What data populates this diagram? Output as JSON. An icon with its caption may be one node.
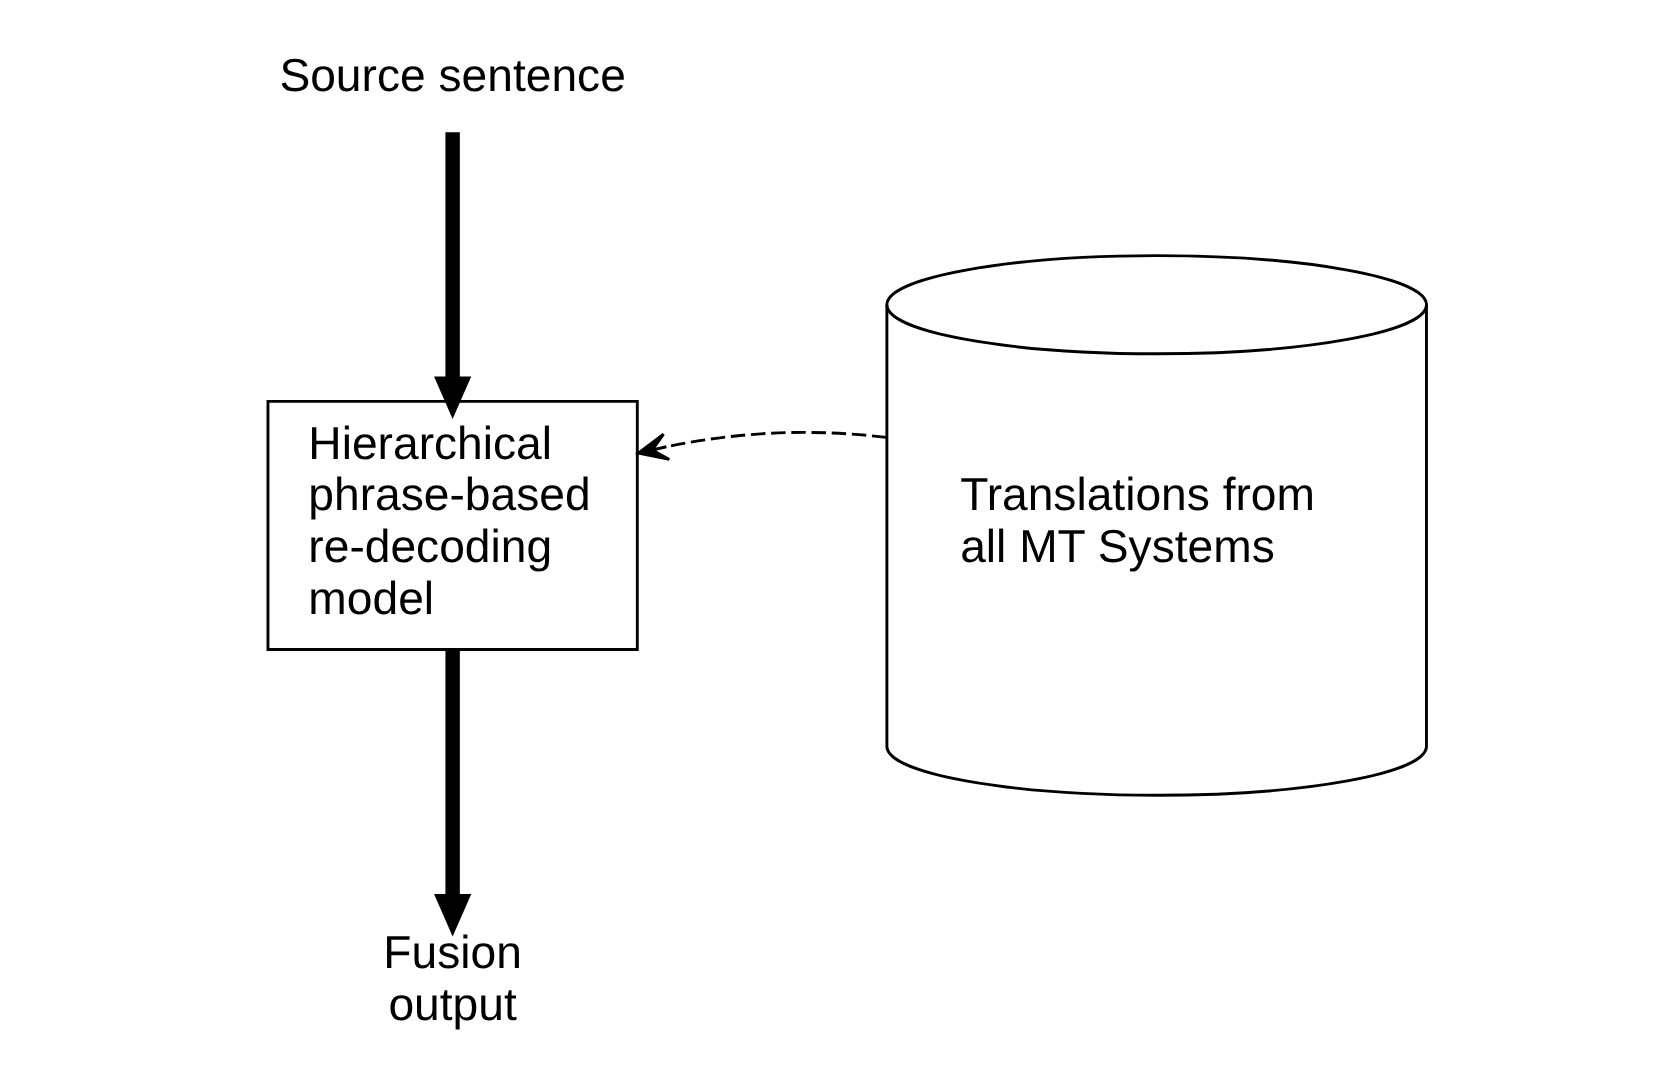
{
  "diagram": {
    "nodes": [
      {
        "text": [
          "Source sentence"
        ]
      },
      {
        "text": [
          "Hierarchical phrase-based re-decoding model"
        ]
      },
      {
        "text": [
          "Fusion output"
        ]
      },
      {
        "text": [
          "Translations from all MT Systems"
        ]
      }
    ],
    "edges": [
      {
        "from": 0,
        "to": 1,
        "arrow": "to"
      },
      {
        "from": 1,
        "to": 2,
        "arrow": "to"
      },
      {
        "from": 3,
        "to": 1,
        "arrow": "to",
        "style": "dashed"
      }
    ]
  }
}
